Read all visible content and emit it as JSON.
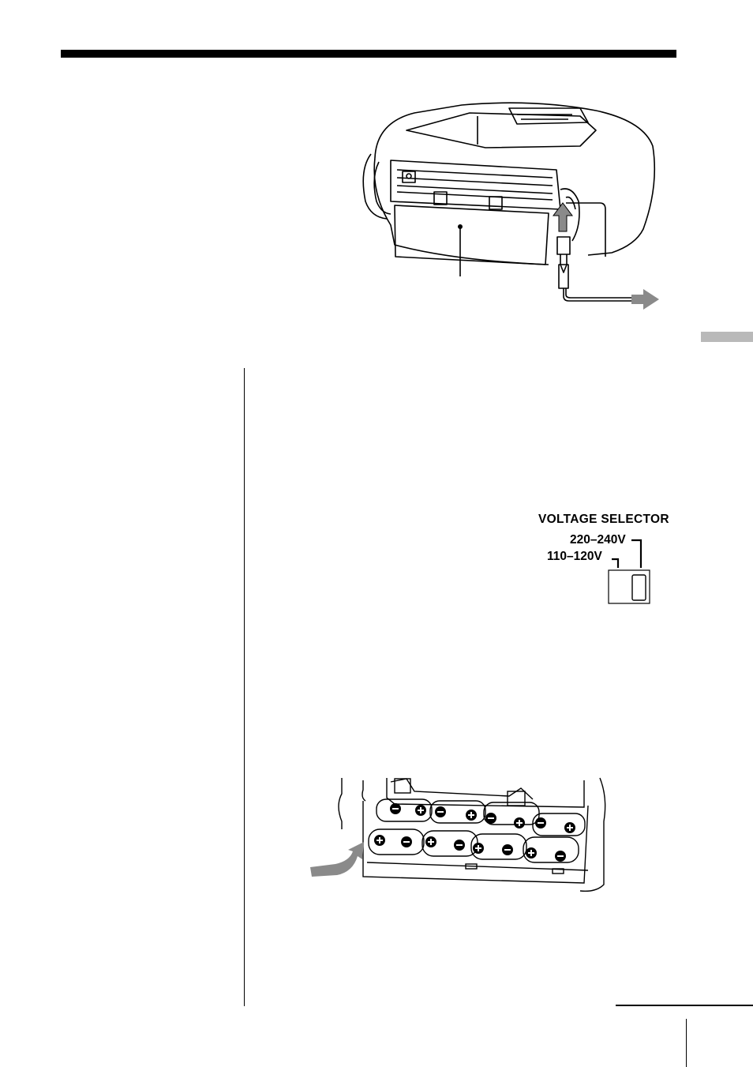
{
  "voltage_selector": {
    "title": "VOLTAGE SELECTOR",
    "option_high": "220–240V",
    "option_low": "110–120V"
  },
  "illustrations": {
    "boombox": "boombox-rear-view",
    "batteries": "battery-compartment"
  },
  "colors": {
    "ink": "#000000",
    "arrow_gray": "#8a8a8a",
    "tab_gray": "#b9b9b9"
  }
}
